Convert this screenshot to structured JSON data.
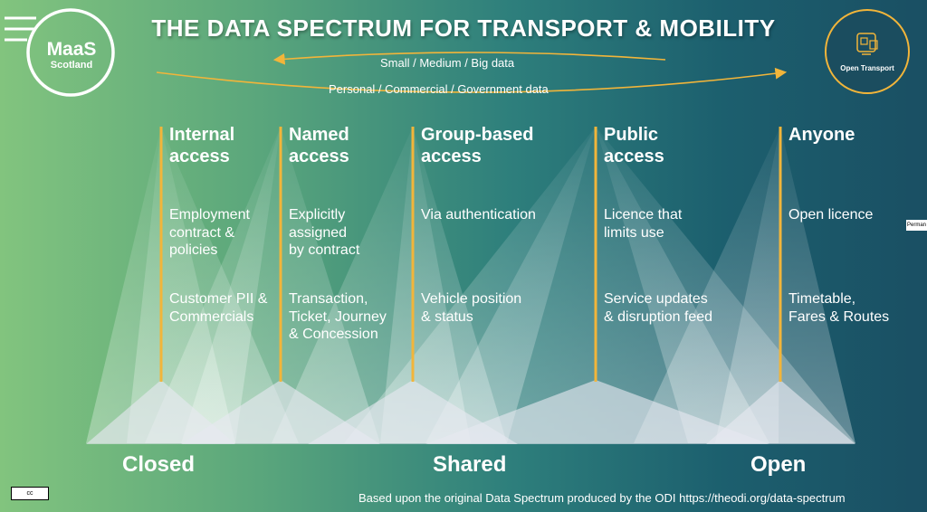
{
  "title": "THE DATA SPECTRUM FOR TRANSPORT & MOBILITY",
  "scale_top": "Small  /  Medium  /  Big data",
  "scale_bottom": "Personal  /  Commercial  /  Government data",
  "logo": {
    "line1": "MaaS",
    "line2": "Scotland"
  },
  "open_transport_label": "Open Transport",
  "side_tab": "Perman",
  "cc_badge": "cc",
  "columns": [
    {
      "heading": "Internal\naccess",
      "description": "Employment\ncontract &\npolicies",
      "example": "Customer PII &\nCommercials"
    },
    {
      "heading": "Named\naccess",
      "description": "Explicitly\nassigned\nby contract",
      "example": "Transaction,\nTicket, Journey\n& Concession"
    },
    {
      "heading": "Group-based\naccess",
      "description": "Via authentication",
      "example": "Vehicle position\n& status"
    },
    {
      "heading": "Public\naccess",
      "description": "Licence that\nlimits use",
      "example": "Service updates\n& disruption feed"
    },
    {
      "heading": "Anyone",
      "description": "Open licence",
      "example": "Timetable,\nFares & Routes"
    }
  ],
  "bottom_labels": {
    "closed": "Closed",
    "shared": "Shared",
    "open": "Open"
  },
  "credit": "Based upon the original Data Spectrum produced by the ODI https://theodi.org/data-spectrum",
  "colors": {
    "accent_line": "#f2b53a",
    "triangle": "#e6e9f0",
    "text": "#ffffff"
  }
}
